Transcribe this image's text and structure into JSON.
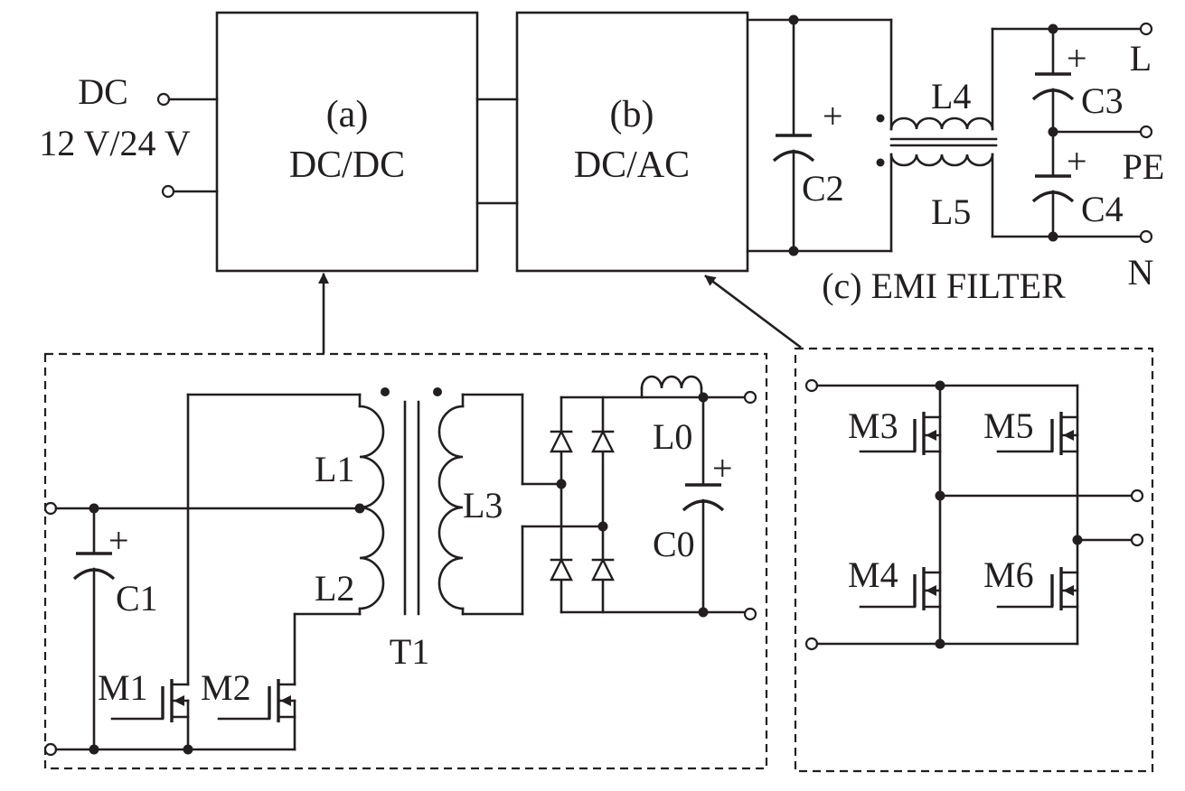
{
  "input": {
    "label_dc": "DC",
    "label_voltage": "12 V/24 V"
  },
  "blocks": {
    "a": {
      "tag": "(a)",
      "name": "DC/DC"
    },
    "b": {
      "tag": "(b)",
      "name": "DC/AC"
    },
    "c": {
      "caption": "(c) EMI FILTER"
    }
  },
  "emi": {
    "c2": "C2",
    "l4": "L4",
    "l5": "L5",
    "c3": "C3",
    "c4": "C4",
    "out_l": "L",
    "out_pe": "PE",
    "out_n": "N",
    "plus": "+"
  },
  "dcdc_circuit": {
    "c1": "C1",
    "l1": "L1",
    "l2": "L2",
    "l3": "L3",
    "t1": "T1",
    "l0": "L0",
    "c0": "C0",
    "m1": "M1",
    "m2": "M2",
    "plus": "+"
  },
  "dcac_circuit": {
    "m3": "M3",
    "m4": "M4",
    "m5": "M5",
    "m6": "M6"
  }
}
